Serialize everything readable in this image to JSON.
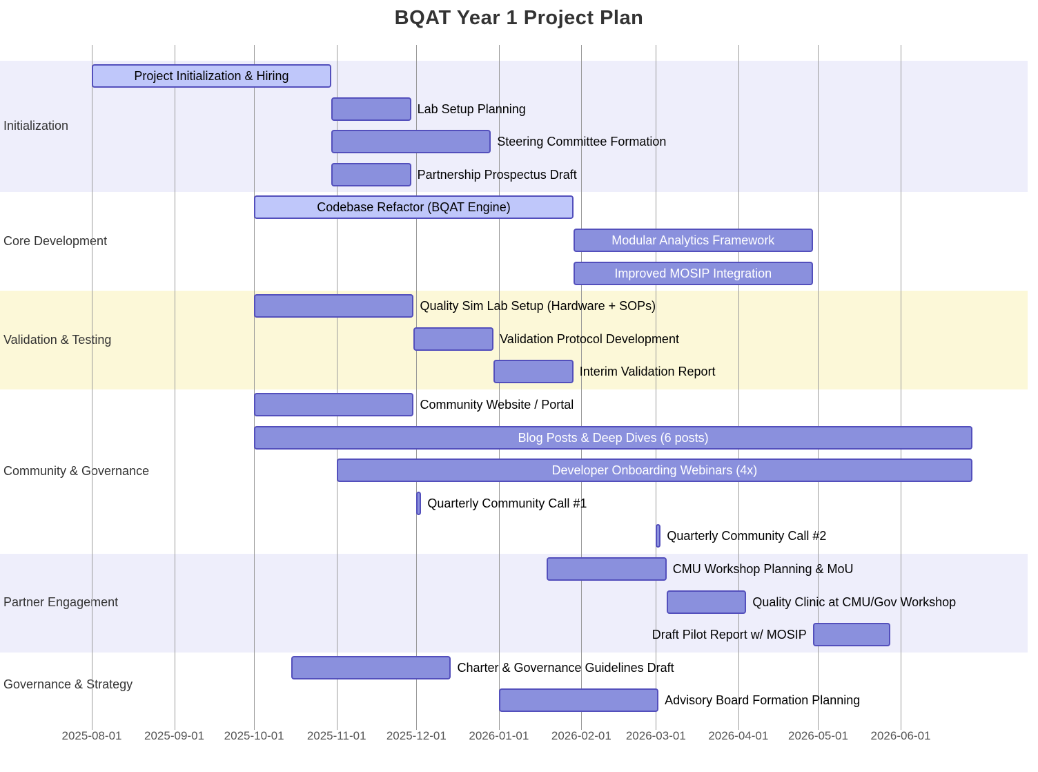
{
  "chart_data": {
    "type": "gantt",
    "title": "BQAT Year 1 Project Plan",
    "axis": {
      "start": "2025-08-01",
      "end": "2026-06-01",
      "tick_labels": [
        "2025-08-01",
        "2025-09-01",
        "2025-10-01",
        "2025-11-01",
        "2025-12-01",
        "2026-01-01",
        "2026-02-01",
        "2026-03-01",
        "2026-04-01",
        "2026-05-01",
        "2026-06-01"
      ]
    },
    "colors": {
      "task_fill": "#8a90dd",
      "task_border": "#534fbc",
      "active_fill": "#bfc7fa",
      "section_lavender": "#eeeefb",
      "section_yellow": "#fcf8d8",
      "section_white": "#ffffff",
      "grid_line": "#999999",
      "axis_text": "#555555",
      "title_text": "#333333",
      "task_text": "#000000",
      "task_text_inverse": "#ffffff"
    },
    "sections": [
      {
        "name": "Initialization",
        "bg": "#eeeefb",
        "tasks": [
          {
            "label": "Project Initialization & Hiring",
            "start": "2025-08-01",
            "end": "2025-10-30",
            "style": "active",
            "label_pos": "inside"
          },
          {
            "label": "Lab Setup Planning",
            "start": "2025-10-30",
            "end": "2025-11-29",
            "style": "task",
            "label_pos": "right"
          },
          {
            "label": "Steering Committee Formation",
            "start": "2025-10-30",
            "end": "2025-12-29",
            "style": "task",
            "label_pos": "right"
          },
          {
            "label": "Partnership Prospectus Draft",
            "start": "2025-10-30",
            "end": "2025-11-29",
            "style": "task",
            "label_pos": "right"
          }
        ]
      },
      {
        "name": "Core Development",
        "bg": "#ffffff",
        "tasks": [
          {
            "label": "Codebase Refactor (BQAT Engine)",
            "start": "2025-10-01",
            "end": "2026-01-29",
            "style": "active",
            "label_pos": "inside"
          },
          {
            "label": "Modular Analytics Framework",
            "start": "2026-01-29",
            "end": "2026-04-29",
            "style": "task",
            "label_pos": "inside-white"
          },
          {
            "label": "Improved MOSIP Integration",
            "start": "2026-01-29",
            "end": "2026-04-29",
            "style": "task",
            "label_pos": "inside-white"
          }
        ]
      },
      {
        "name": "Validation & Testing",
        "bg": "#fcf8d8",
        "tasks": [
          {
            "label": "Quality Sim Lab Setup (Hardware + SOPs)",
            "start": "2025-10-01",
            "end": "2025-11-30",
            "style": "task",
            "label_pos": "right"
          },
          {
            "label": "Validation Protocol Development",
            "start": "2025-11-30",
            "end": "2025-12-30",
            "style": "task",
            "label_pos": "right"
          },
          {
            "label": "Interim Validation Report",
            "start": "2025-12-30",
            "end": "2026-01-29",
            "style": "task",
            "label_pos": "right"
          }
        ]
      },
      {
        "name": "Community & Governance",
        "bg": "#ffffff",
        "tasks": [
          {
            "label": "Community Website / Portal",
            "start": "2025-10-01",
            "end": "2025-11-30",
            "style": "task",
            "label_pos": "right"
          },
          {
            "label": "Blog Posts & Deep Dives (6 posts)",
            "start": "2025-10-01",
            "end": "2026-06-28",
            "style": "task",
            "label_pos": "inside-white"
          },
          {
            "label": "Developer Onboarding Webinars (4x)",
            "start": "2025-11-01",
            "end": "2026-06-28",
            "style": "task",
            "label_pos": "inside-white"
          },
          {
            "label": "Quarterly Community Call #1",
            "start": "2025-12-01",
            "end": "2025-12-02",
            "style": "task",
            "label_pos": "right"
          },
          {
            "label": "Quarterly Community Call #2",
            "start": "2026-03-01",
            "end": "2026-03-02",
            "style": "task",
            "label_pos": "right"
          }
        ]
      },
      {
        "name": "Partner Engagement",
        "bg": "#eeeefb",
        "tasks": [
          {
            "label": "CMU Workshop Planning & MoU",
            "start": "2026-01-19",
            "end": "2026-03-05",
            "style": "task",
            "label_pos": "right"
          },
          {
            "label": "Quality Clinic at CMU/Gov Workshop",
            "start": "2026-03-05",
            "end": "2026-04-04",
            "style": "task",
            "label_pos": "right"
          },
          {
            "label": "Draft Pilot Report w/ MOSIP",
            "start": "2026-04-29",
            "end": "2026-05-28",
            "style": "task",
            "label_pos": "left"
          }
        ]
      },
      {
        "name": "Governance & Strategy",
        "bg": "#ffffff",
        "tasks": [
          {
            "label": "Charter & Governance Guidelines Draft",
            "start": "2025-10-15",
            "end": "2025-12-14",
            "style": "task",
            "label_pos": "right"
          },
          {
            "label": "Advisory Board Formation Planning",
            "start": "2026-01-01",
            "end": "2026-03-02",
            "style": "task",
            "label_pos": "right"
          }
        ]
      }
    ]
  }
}
